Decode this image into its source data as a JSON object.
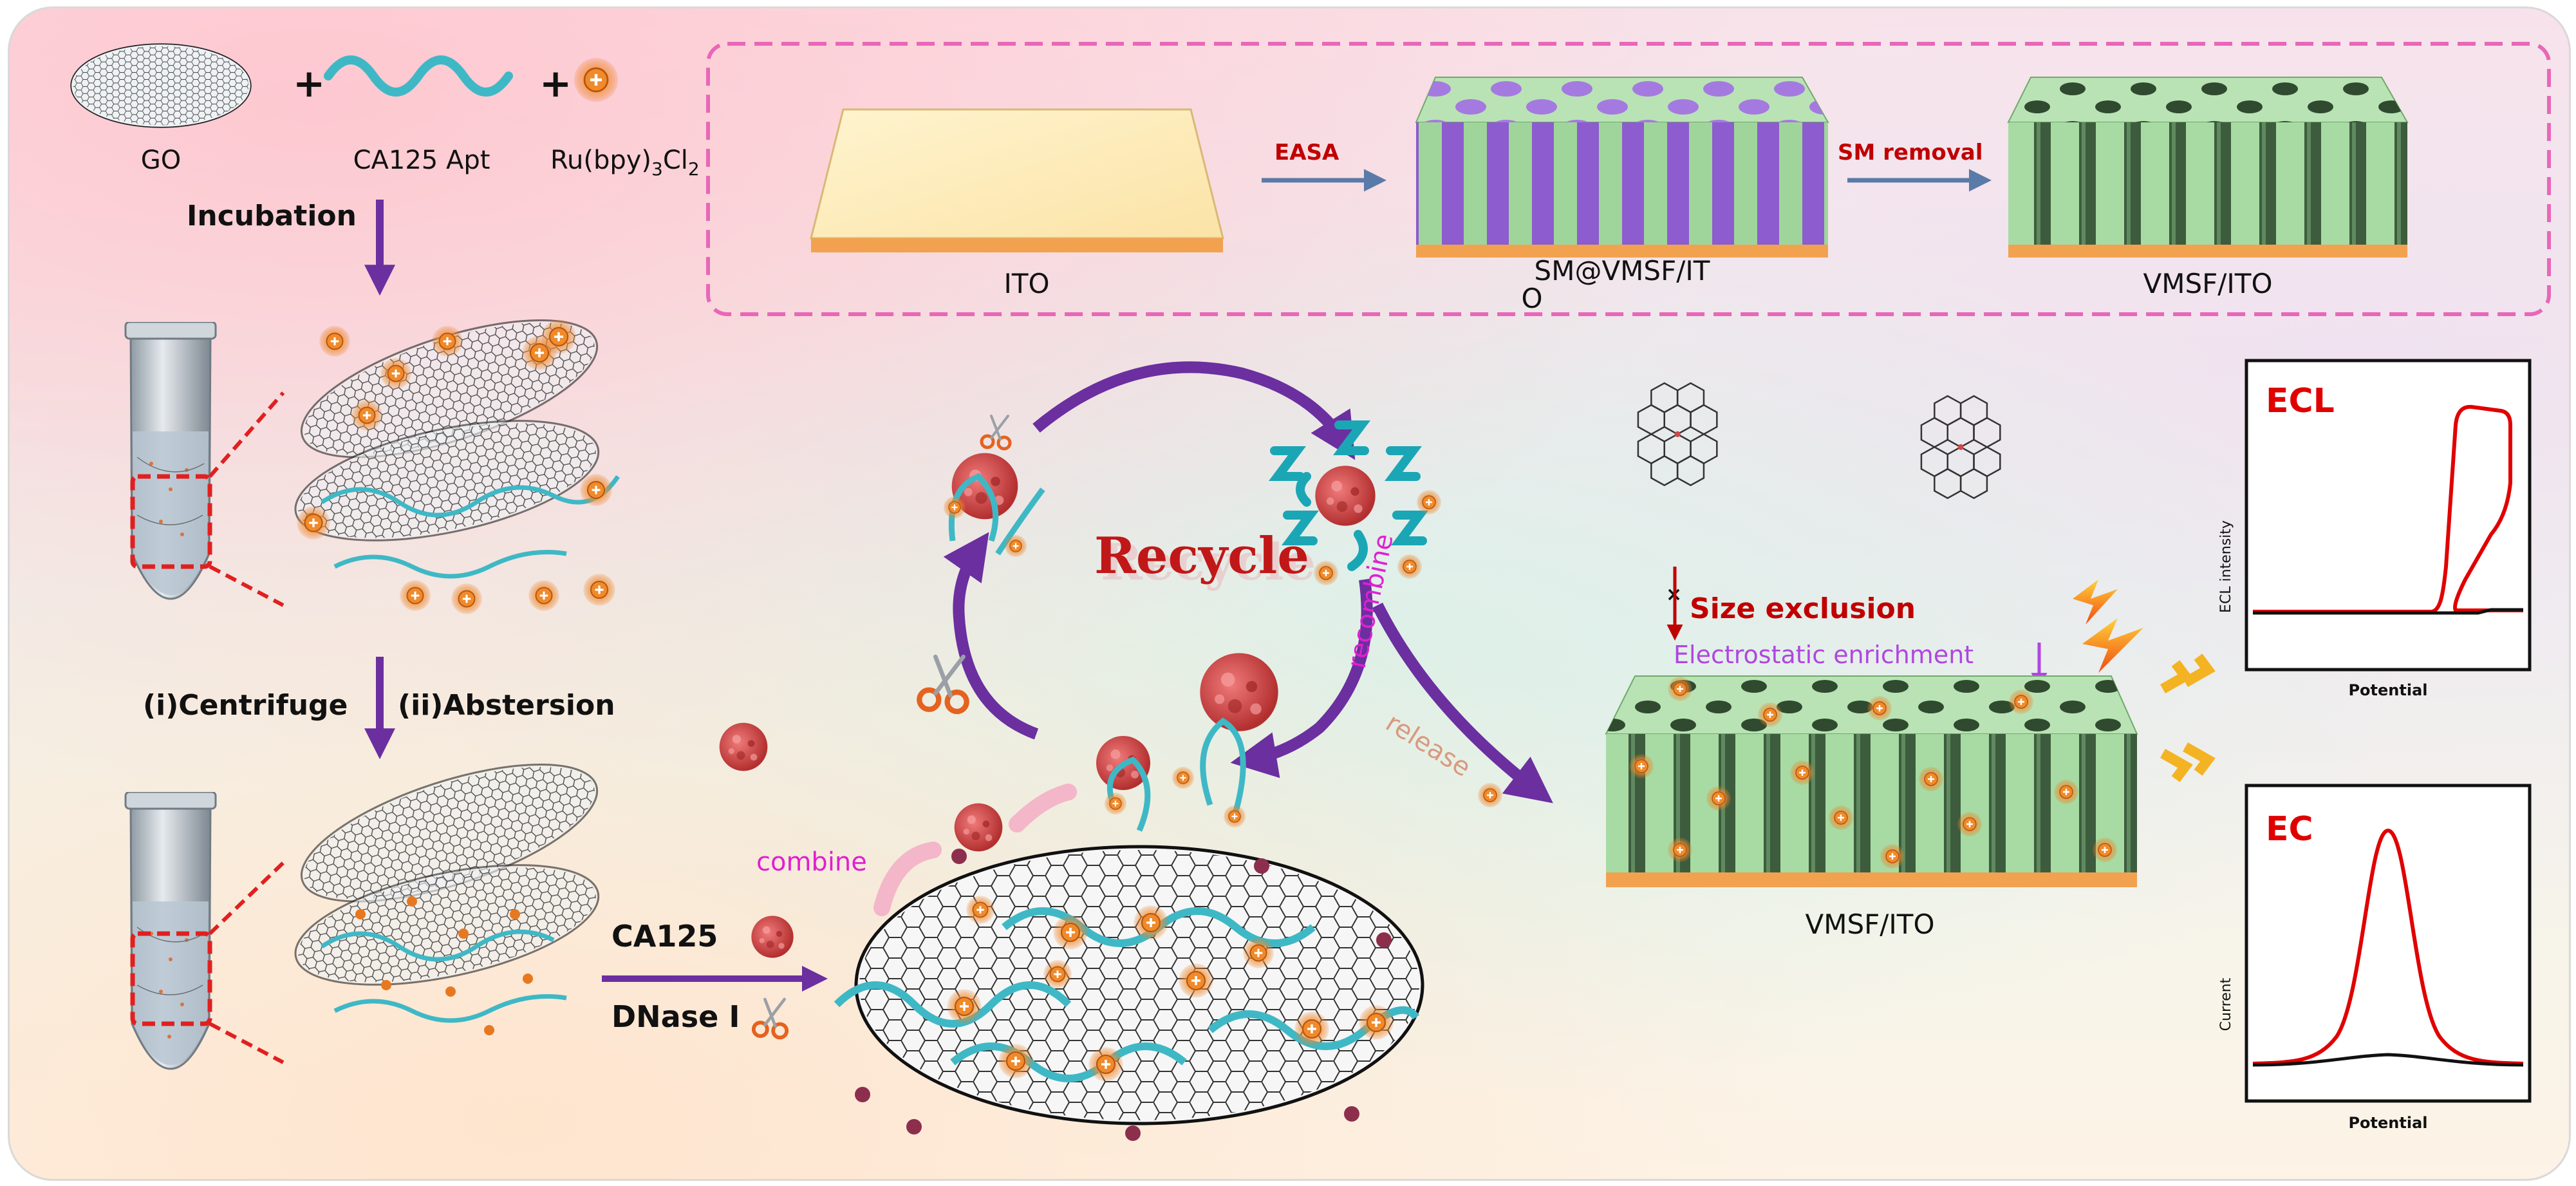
{
  "reagents": {
    "go": "GO",
    "plus1": "+",
    "apt": "CA125 Apt",
    "plus2": "+",
    "ru": "Ru(bpy)",
    "ru_sub1": "3",
    "ru_cl": "Cl",
    "ru_sub2": "2"
  },
  "steps": {
    "incubation": "Incubation",
    "centrifuge": "(i)Centrifuge",
    "abstersion": "(ii)Abstersion",
    "ca125": "CA125",
    "dnase": "DNase I"
  },
  "electrode": {
    "ito": "ITO",
    "easa": "EASA",
    "sm_vmsf_line1": "SM@VMSF/IT",
    "sm_vmsf_line2": "O",
    "sm_removal": "SM removal",
    "vmsf_ito_top": "VMSF/ITO",
    "vmsf_ito_bottom": "VMSF/ITO"
  },
  "cycle": {
    "recycle": "Recycle",
    "recombine": "recombine",
    "release": "release",
    "combine": "combine"
  },
  "mechanism": {
    "size_exclusion_mark": "×",
    "size_exclusion": "Size exclusion",
    "electrostatic": "Electrostatic enrichment"
  },
  "charts": {
    "ecl": {
      "title": "ECL",
      "ylabel": "ECL intensity",
      "xlabel": "Potential"
    },
    "ec": {
      "title": "EC",
      "ylabel": "Current",
      "xlabel": "Potential"
    }
  },
  "colors": {
    "purple_arrow": "#6b2fa0",
    "dna": "#3fb8c6",
    "protein": "#d04848",
    "ru_complex": "#e8781f",
    "vmsf_green": "#b9e3b5",
    "sm_purple": "#9b6fd8",
    "ito_base": "#f2a24f",
    "red_label": "#d40000",
    "magenta": "#e020d0",
    "dash_border": "#e867b8"
  }
}
